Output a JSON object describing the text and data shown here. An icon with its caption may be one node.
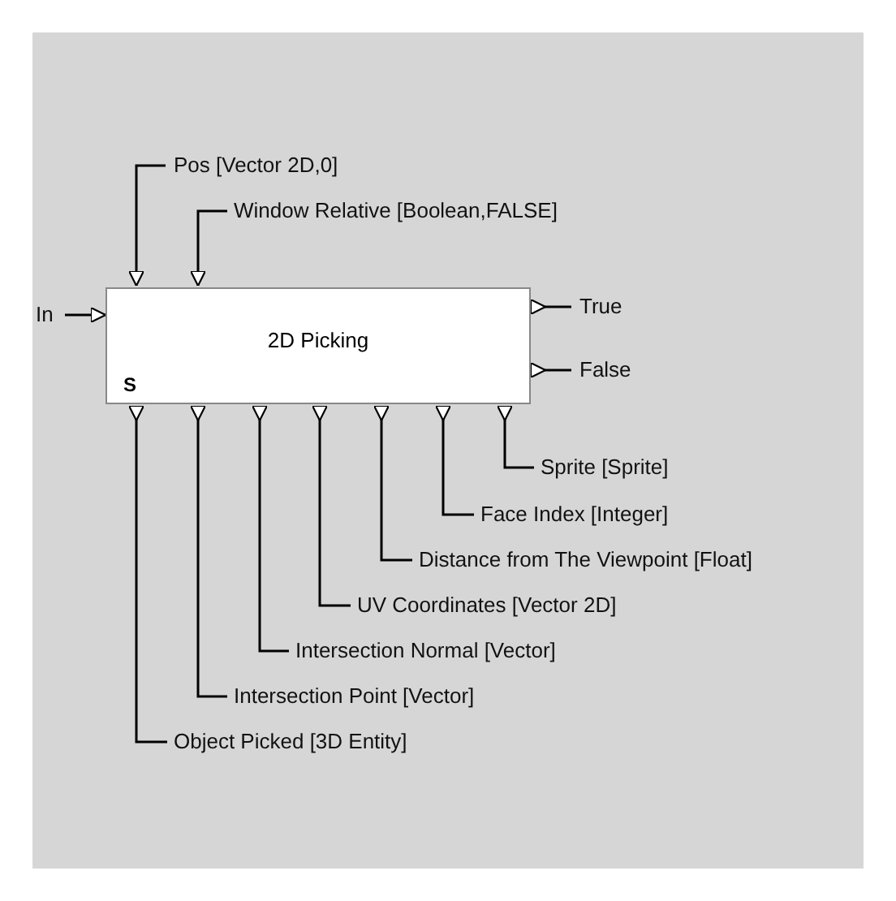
{
  "diagram": {
    "nodes": [
      {
        "text": [
          "2D Picking",
          "S"
        ]
      },
      {
        "text": [
          "Pos [Vector 2D,0]"
        ]
      },
      {
        "text": [
          "Window Relative [Boolean,FALSE]"
        ]
      },
      {
        "text": [
          "In"
        ]
      },
      {
        "text": [
          "True"
        ]
      },
      {
        "text": [
          "False"
        ]
      },
      {
        "text": [
          "Sprite [Sprite]"
        ]
      },
      {
        "text": [
          "Face Index [Integer]"
        ]
      },
      {
        "text": [
          "Distance from The Viewpoint [Float]"
        ]
      },
      {
        "text": [
          "UV Coordinates [Vector 2D]"
        ]
      },
      {
        "text": [
          "Intersection Normal [Vector]"
        ]
      },
      {
        "text": [
          "Intersection Point [Vector]"
        ]
      },
      {
        "text": [
          "Object Picked [3D Entity]"
        ]
      }
    ],
    "edges": [
      {
        "from": 1,
        "to": 0,
        "arrow": "to"
      },
      {
        "from": 2,
        "to": 0,
        "arrow": "to"
      },
      {
        "from": 3,
        "to": 0,
        "arrow": "to"
      },
      {
        "from": 0,
        "to": 4,
        "arrow": "other"
      },
      {
        "from": 0,
        "to": 5,
        "arrow": "other"
      },
      {
        "from": 0,
        "to": 6,
        "arrow": "other"
      },
      {
        "from": 0,
        "to": 7,
        "arrow": "other"
      },
      {
        "from": 0,
        "to": 8,
        "arrow": "other"
      },
      {
        "from": 0,
        "to": 9,
        "arrow": "other"
      },
      {
        "from": 0,
        "to": 10,
        "arrow": "other"
      },
      {
        "from": 0,
        "to": 11,
        "arrow": "other"
      },
      {
        "from": 0,
        "to": 12,
        "arrow": "other"
      }
    ]
  }
}
